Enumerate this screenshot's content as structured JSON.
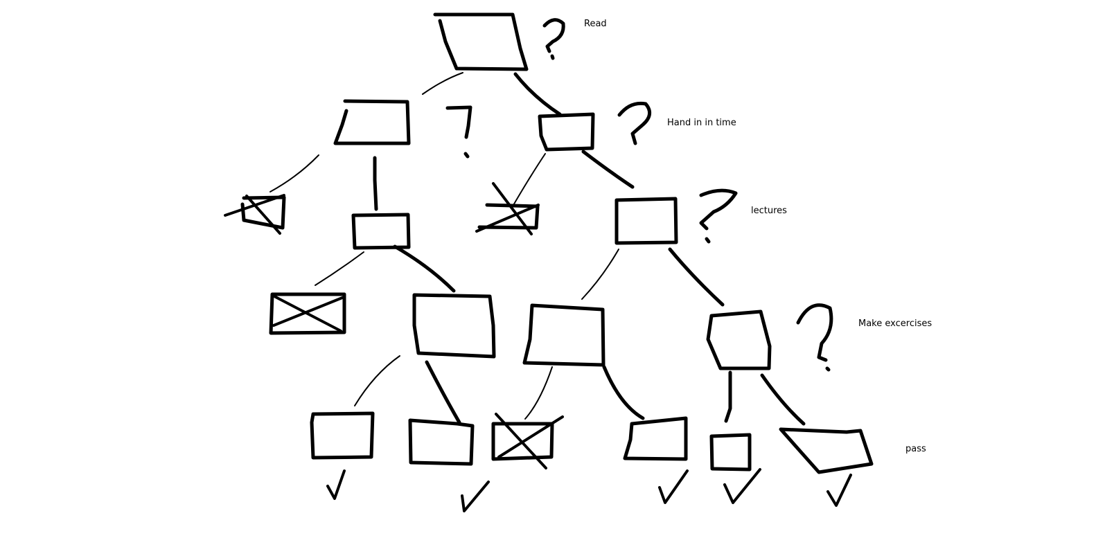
{
  "diagram": {
    "levels": [
      {
        "id": "read",
        "label": "Read"
      },
      {
        "id": "hand-in",
        "label": "Hand in in time"
      },
      {
        "id": "lectures",
        "label": "lectures"
      },
      {
        "id": "exercises",
        "label": "Make excercises"
      },
      {
        "id": "pass",
        "label": "pass"
      }
    ],
    "colors": {
      "ink": "#000000",
      "background": "#ffffff"
    },
    "symbols": {
      "question": "?",
      "check": "check-icon",
      "cross": "cross-icon"
    }
  }
}
